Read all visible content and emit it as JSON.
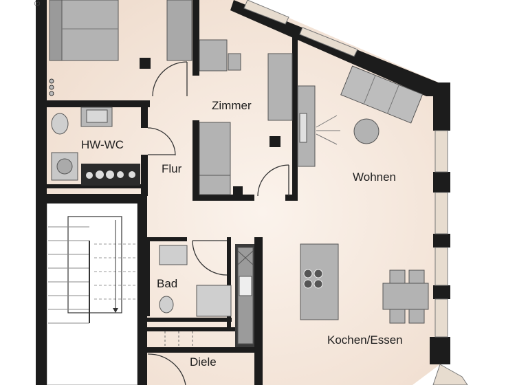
{
  "rooms": {
    "zimmer": "Zimmer",
    "hw_wc": "HW-WC",
    "flur": "Flur",
    "wohnen": "Wohnen",
    "bad": "Bad",
    "kochen_essen": "Kochen/Essen",
    "diele": "Diele"
  },
  "copyright_symbol": "©",
  "colors": {
    "floor": "#f4e6da",
    "wall": "#1c1c1c",
    "furniture": "#b3b3b3",
    "furniture_stroke": "#6b6b6b",
    "stair": "#ffffff",
    "window": "#e7dccf"
  }
}
